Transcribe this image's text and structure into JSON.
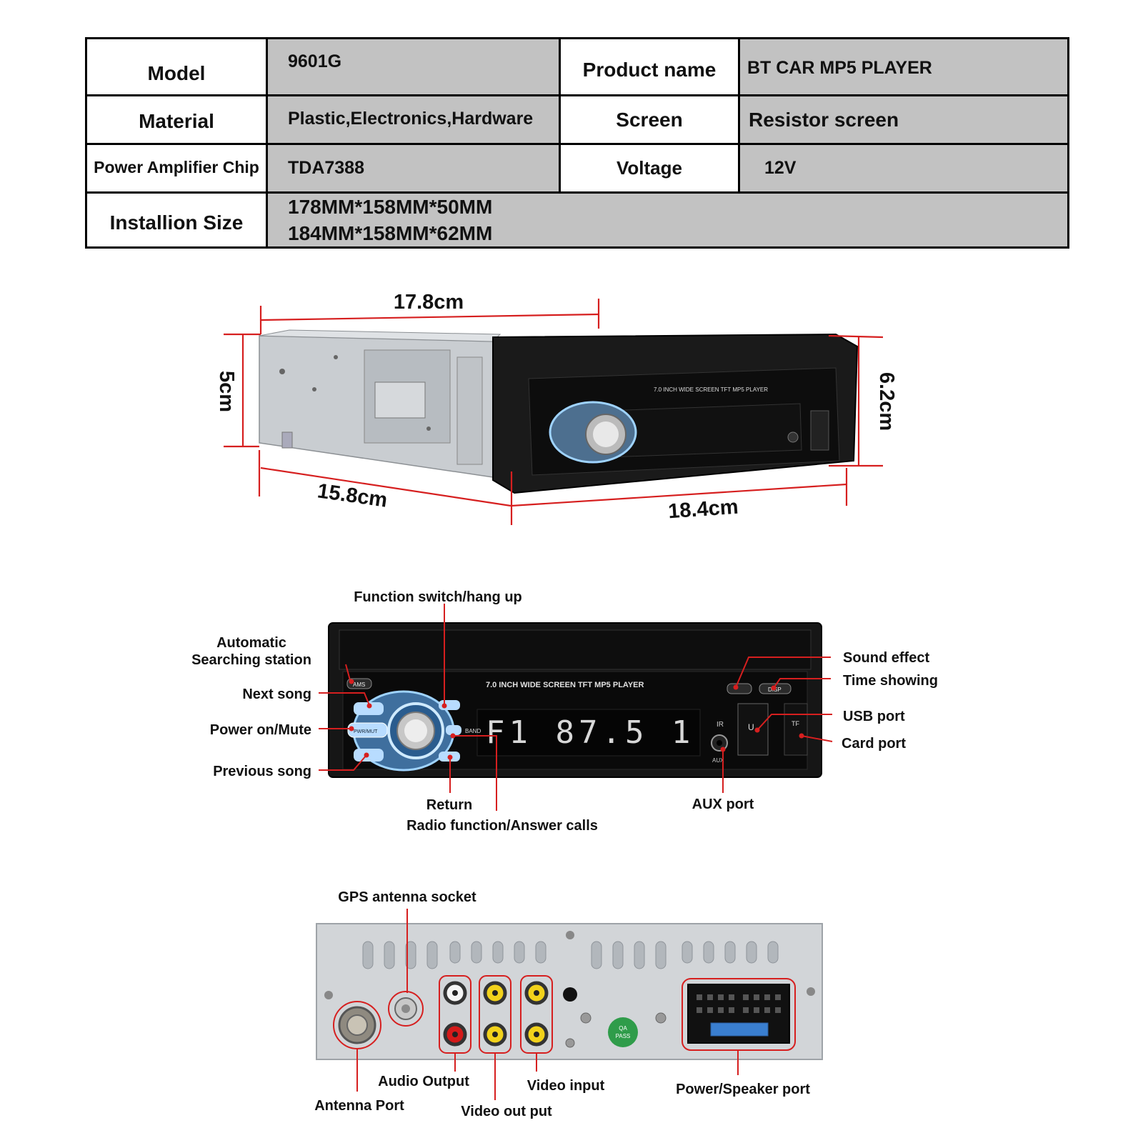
{
  "specs": {
    "model_label": "Model",
    "model_value": "9601G",
    "product_name_label": "Product name",
    "product_name_value": "BT CAR MP5 PLAYER",
    "material_label": "Material",
    "material_value": "Plastic,Electronics,Hardware",
    "screen_label": "Screen",
    "screen_value": "Resistor screen",
    "amp_chip_label": "Power Amplifier Chip",
    "amp_chip_value": "TDA7388",
    "voltage_label": "Voltage",
    "voltage_value": "12V",
    "install_size_label": "Installion Size",
    "install_size_values": [
      "178MM*158MM*50MM",
      "184MM*158MM*62MM"
    ]
  },
  "dimensions": {
    "width_body": "17.8cm",
    "height_body": "5cm",
    "height_front": "6.2cm",
    "depth": "15.8cm",
    "width_front": "18.4cm"
  },
  "front_panel": {
    "screen_caption": "7.0 INCH WIDE SCREEN TFT  MP5 PLAYER",
    "display_readout": "F1  87.5  1",
    "button_labels": {
      "ams": "AMS",
      "pwr": "PWR/MUT",
      "band": "BAND",
      "disp": "DISP",
      "aux": "AUX",
      "ir": "IR",
      "tf": "TF",
      "usb": "U"
    },
    "callouts": {
      "function_switch": "Function switch/hang up",
      "auto_search_1": "Automatic",
      "auto_search_2": "Searching station",
      "next_song": "Next song",
      "power_mute": "Power on/Mute",
      "previous_song": "Previous song",
      "return": "Return",
      "radio_answer": "Radio function/Answer calls",
      "aux_port": "AUX port",
      "sound_effect": "Sound effect",
      "time_showing": "Time showing",
      "usb_port": "USB port",
      "card_port": "Card port"
    }
  },
  "rear_panel": {
    "qa_badge_line1": "QA",
    "qa_badge_line2": "PASS",
    "callouts": {
      "gps_socket": "GPS antenna socket",
      "audio_output": "Audio Output",
      "antenna_port": "Antenna Port",
      "video_out": "Video out put",
      "video_input": "Video input",
      "power_speaker": "Power/Speaker port"
    }
  },
  "colors": {
    "accent_red": "#d61f1f",
    "table_value_bg": "#c2c2c2",
    "rca_yellow": "#f2d21b",
    "rca_red": "#d41a1a",
    "rca_white": "#f5f5f5",
    "button_blue": "#9fd3ff",
    "qa_green": "#2f9c4a"
  }
}
